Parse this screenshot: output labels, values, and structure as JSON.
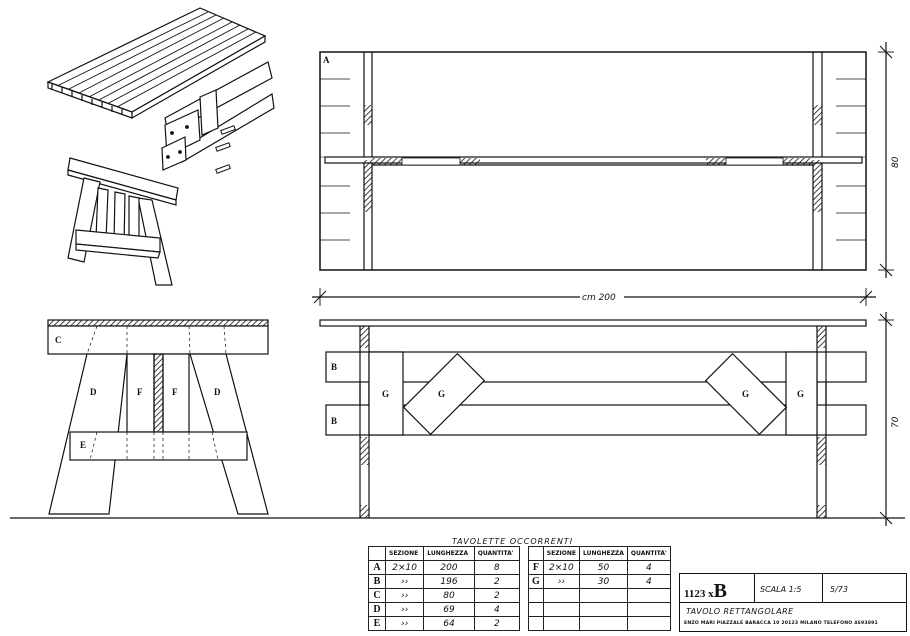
{
  "labels": {
    "A": "A",
    "B": "B",
    "C": "C",
    "D": "D",
    "E": "E",
    "F": "F",
    "G": "G"
  },
  "dimensions": {
    "length": "cm 200",
    "width": "80",
    "height": "70"
  },
  "parts_table": {
    "title": "TAVOLETTE OCCORRENTI",
    "headers": [
      "SEZIONE",
      "LUNGHEZZA",
      "QUANTITA'"
    ],
    "left_rows": [
      {
        "label": "A",
        "section": "2×10",
        "length": "200",
        "qty": "8"
      },
      {
        "label": "B",
        "section": "››",
        "length": "196",
        "qty": "2"
      },
      {
        "label": "C",
        "section": "››",
        "length": "80",
        "qty": "2"
      },
      {
        "label": "D",
        "section": "››",
        "length": "69",
        "qty": "4"
      },
      {
        "label": "E",
        "section": "››",
        "length": "64",
        "qty": "2"
      }
    ],
    "right_rows": [
      {
        "label": "F",
        "section": "2×10",
        "length": "50",
        "qty": "4"
      },
      {
        "label": "G",
        "section": "››",
        "length": "30",
        "qty": "4"
      }
    ]
  },
  "title_block": {
    "code_prefix": "1123 x",
    "code_letter": "B",
    "scale": "SCALA 1:5",
    "date": "5/73",
    "name": "TAVOLO RETTANGOLARE",
    "address": "ENZO MARI  PIAZZALE BARACCA 10  20123 MILANO  TELEFONO 4693891"
  }
}
